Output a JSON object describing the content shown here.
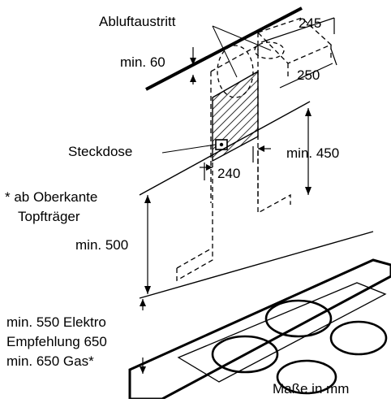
{
  "labels": {
    "exhaust_outlet": "Abluftaustritt",
    "dim_245": "245",
    "dim_250": "250",
    "min_60": "min. 60",
    "socket": "Steckdose",
    "min_450": "min. 450",
    "dim_240": "240",
    "note_line1": "* ab Oberkante",
    "note_line2": "Topfträger",
    "min_500": "min. 500",
    "req_line1": "min. 550 Elektro",
    "req_line2": "Empfehlung 650",
    "req_line3": "min. 650 Gas*",
    "units": "Maße in mm"
  },
  "colors": {
    "ink": "#000000",
    "background": "#ffffff",
    "hatch_fill": "#ffffff"
  }
}
